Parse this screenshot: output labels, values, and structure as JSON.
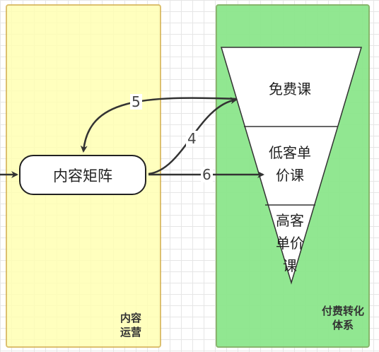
{
  "lanes": {
    "content_ops": "内容\n运营",
    "paid_conversion": "付费转化\n体系"
  },
  "node": {
    "label": "内容矩阵"
  },
  "funnel": {
    "tier1": "免费课",
    "tier2": "低客单\n价课",
    "tier3": "高客\n单价\n课"
  },
  "edges": {
    "label_5": "5",
    "label_4": "4",
    "label_6": "6"
  },
  "colors": {
    "content_lane": "#ffffb3",
    "paid_lane": "#8ce68c",
    "stroke": "#333333"
  }
}
